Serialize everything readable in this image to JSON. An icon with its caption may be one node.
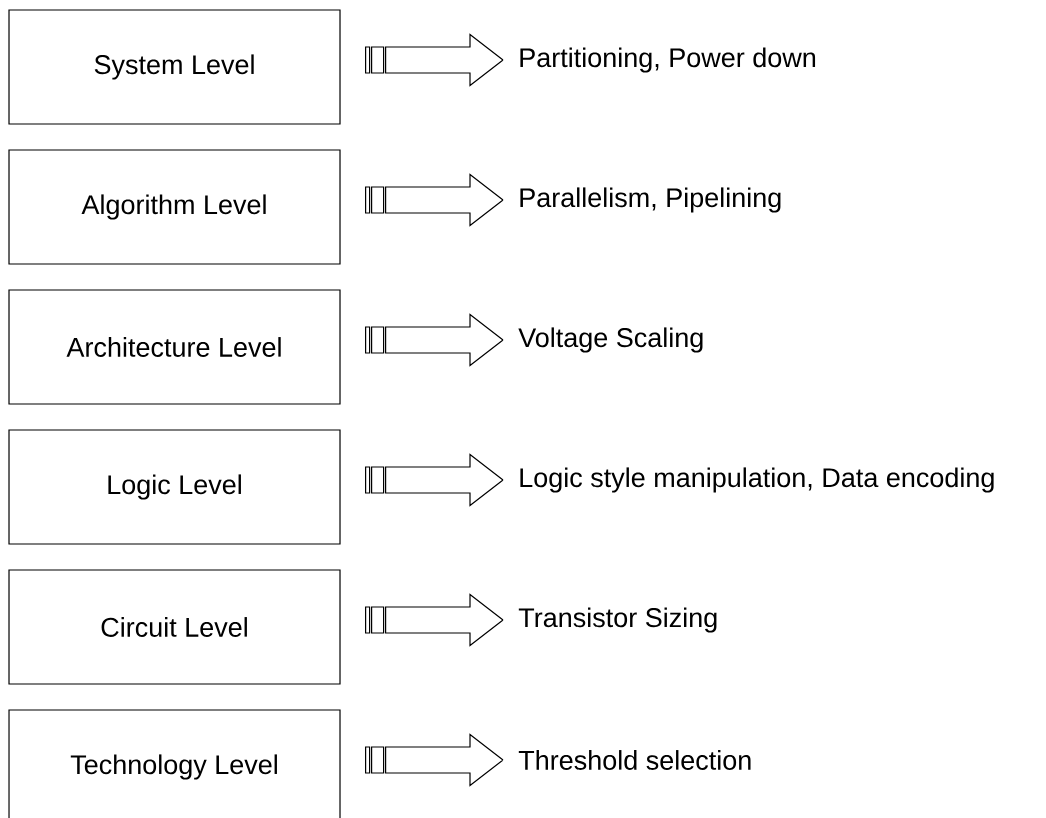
{
  "diagram": {
    "nodes": [
      {
        "text": [
          "System Level"
        ]
      },
      {
        "text": [
          "Algorithm Level"
        ]
      },
      {
        "text": [
          "Architecture Level"
        ]
      },
      {
        "text": [
          "Logic Level"
        ]
      },
      {
        "text": [
          "Circuit Level"
        ]
      },
      {
        "text": [
          "Technology Level"
        ]
      },
      {
        "text": [
          "Partitioning, Power down"
        ]
      },
      {
        "text": [
          "Parallelism, Pipelining"
        ]
      },
      {
        "text": [
          "Voltage Scaling"
        ]
      },
      {
        "text": [
          "Logic style manipulation, Data encoding"
        ]
      },
      {
        "text": [
          "Transistor Sizing"
        ]
      },
      {
        "text": [
          "Threshold selection"
        ]
      }
    ],
    "edges": [
      {
        "from": 0,
        "to": 6,
        "arrow": "to"
      },
      {
        "from": 1,
        "to": 7,
        "arrow": "to"
      },
      {
        "from": 2,
        "to": 8,
        "arrow": "to"
      },
      {
        "from": 3,
        "to": 9,
        "arrow": "to"
      },
      {
        "from": 4,
        "to": 10,
        "arrow": "to"
      },
      {
        "from": 5,
        "to": 11,
        "arrow": "to"
      }
    ]
  }
}
